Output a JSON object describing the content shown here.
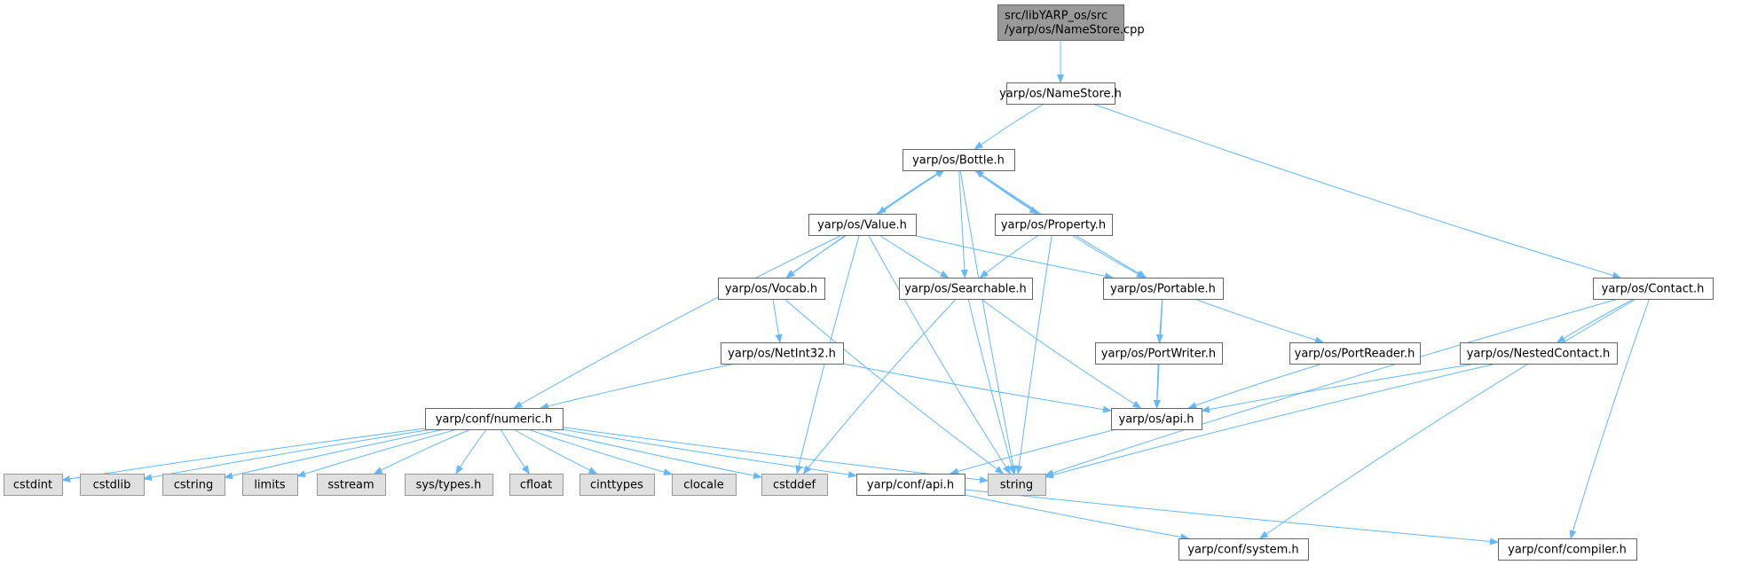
{
  "colors": {
    "edge": "#63b8ff",
    "root_fill": "#999999",
    "node_fill": "#ffffff",
    "node_border": "#666666",
    "external_fill": "#e0e0e0",
    "external_border": "#999999",
    "text": "#000000"
  },
  "nodes": [
    {
      "id": "root",
      "label": "src/libYARP_os/src\n/yarp/os/NameStore.cpp",
      "kind": "root"
    },
    {
      "id": "namestore",
      "label": "yarp/os/NameStore.h",
      "kind": "header"
    },
    {
      "id": "bottle",
      "label": "yarp/os/Bottle.h",
      "kind": "header"
    },
    {
      "id": "value",
      "label": "yarp/os/Value.h",
      "kind": "header"
    },
    {
      "id": "property",
      "label": "yarp/os/Property.h",
      "kind": "header"
    },
    {
      "id": "vocab",
      "label": "yarp/os/Vocab.h",
      "kind": "header"
    },
    {
      "id": "searchable",
      "label": "yarp/os/Searchable.h",
      "kind": "header"
    },
    {
      "id": "portable",
      "label": "yarp/os/Portable.h",
      "kind": "header"
    },
    {
      "id": "contact",
      "label": "yarp/os/Contact.h",
      "kind": "header"
    },
    {
      "id": "netint32",
      "label": "yarp/os/NetInt32.h",
      "kind": "header"
    },
    {
      "id": "portwriter",
      "label": "yarp/os/PortWriter.h",
      "kind": "header"
    },
    {
      "id": "portreader",
      "label": "yarp/os/PortReader.h",
      "kind": "header"
    },
    {
      "id": "nestedcontact",
      "label": "yarp/os/NestedContact.h",
      "kind": "header"
    },
    {
      "id": "numeric",
      "label": "yarp/conf/numeric.h",
      "kind": "header"
    },
    {
      "id": "osapi",
      "label": "yarp/os/api.h",
      "kind": "header"
    },
    {
      "id": "cstdint",
      "label": "cstdint",
      "kind": "external"
    },
    {
      "id": "cstdlib",
      "label": "cstdlib",
      "kind": "external"
    },
    {
      "id": "cstring",
      "label": "cstring",
      "kind": "external"
    },
    {
      "id": "limits",
      "label": "limits",
      "kind": "external"
    },
    {
      "id": "sstream",
      "label": "sstream",
      "kind": "external"
    },
    {
      "id": "systypes",
      "label": "sys/types.h",
      "kind": "external"
    },
    {
      "id": "cfloat",
      "label": "cfloat",
      "kind": "external"
    },
    {
      "id": "cinttypes",
      "label": "cinttypes",
      "kind": "external"
    },
    {
      "id": "clocale",
      "label": "clocale",
      "kind": "external"
    },
    {
      "id": "cstddef",
      "label": "cstddef",
      "kind": "external"
    },
    {
      "id": "string",
      "label": "string",
      "kind": "external"
    },
    {
      "id": "confapi",
      "label": "yarp/conf/api.h",
      "kind": "header"
    },
    {
      "id": "system",
      "label": "yarp/conf/system.h",
      "kind": "header"
    },
    {
      "id": "compiler",
      "label": "yarp/conf/compiler.h",
      "kind": "header"
    }
  ],
  "edges": [
    [
      "root",
      "namestore"
    ],
    [
      "namestore",
      "bottle"
    ],
    [
      "namestore",
      "contact"
    ],
    [
      "bottle",
      "value"
    ],
    [
      "bottle",
      "property"
    ],
    [
      "bottle",
      "vocab"
    ],
    [
      "bottle",
      "searchable"
    ],
    [
      "bottle",
      "portable"
    ],
    [
      "bottle",
      "string"
    ],
    [
      "value",
      "bottle"
    ],
    [
      "value",
      "vocab"
    ],
    [
      "value",
      "searchable"
    ],
    [
      "value",
      "portable"
    ],
    [
      "value",
      "numeric"
    ],
    [
      "value",
      "cstddef"
    ],
    [
      "value",
      "string"
    ],
    [
      "property",
      "bottle"
    ],
    [
      "property",
      "searchable"
    ],
    [
      "property",
      "portable"
    ],
    [
      "property",
      "string"
    ],
    [
      "vocab",
      "netint32"
    ],
    [
      "vocab",
      "string"
    ],
    [
      "searchable",
      "osapi"
    ],
    [
      "searchable",
      "cstddef"
    ],
    [
      "searchable",
      "string"
    ],
    [
      "portable",
      "portwriter"
    ],
    [
      "portable",
      "portreader"
    ],
    [
      "portable",
      "osapi"
    ],
    [
      "contact",
      "nestedcontact"
    ],
    [
      "contact",
      "string"
    ],
    [
      "contact",
      "system"
    ],
    [
      "contact",
      "compiler"
    ],
    [
      "netint32",
      "numeric"
    ],
    [
      "netint32",
      "osapi"
    ],
    [
      "portwriter",
      "osapi"
    ],
    [
      "portreader",
      "osapi"
    ],
    [
      "nestedcontact",
      "osapi"
    ],
    [
      "nestedcontact",
      "string"
    ],
    [
      "numeric",
      "cstdint"
    ],
    [
      "numeric",
      "cstdlib"
    ],
    [
      "numeric",
      "cstring"
    ],
    [
      "numeric",
      "limits"
    ],
    [
      "numeric",
      "sstream"
    ],
    [
      "numeric",
      "systypes"
    ],
    [
      "numeric",
      "cfloat"
    ],
    [
      "numeric",
      "cinttypes"
    ],
    [
      "numeric",
      "clocale"
    ],
    [
      "numeric",
      "cstddef"
    ],
    [
      "numeric",
      "string"
    ],
    [
      "numeric",
      "confapi"
    ],
    [
      "osapi",
      "confapi"
    ],
    [
      "confapi",
      "system"
    ],
    [
      "confapi",
      "compiler"
    ]
  ]
}
